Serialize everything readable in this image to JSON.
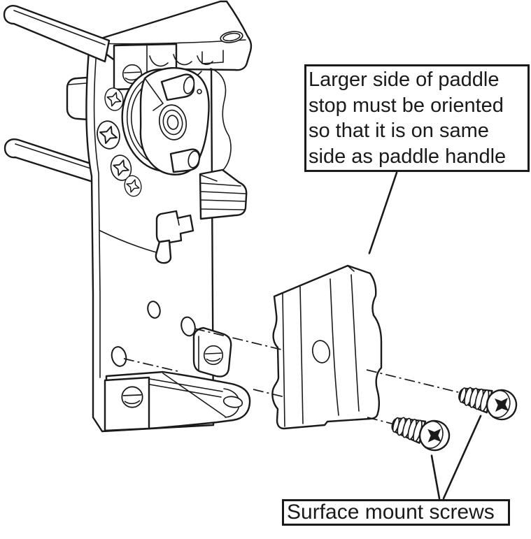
{
  "figure": {
    "background_color": "#ffffff",
    "line_color": "#1a1a1a"
  },
  "callouts": {
    "paddle_stop_note": {
      "lines": [
        "Larger side of paddle",
        "stop must be oriented",
        "so that it is on same",
        "side as paddle handle"
      ],
      "text": "Larger side of paddle stop must be oriented so that it is on same side as paddle handle",
      "border_color": "#1a1a1a",
      "points_to": "paddle-stop"
    },
    "surface_mount_screws": {
      "label": "Surface mount screws",
      "border_color": "#1a1a1a",
      "points_to": "surface-mount-screws"
    }
  },
  "parts": [
    "paddle-latch-assembly",
    "paddle-handle-rods",
    "top-mount-bracket",
    "mounting-plate",
    "rotary-cam-drum",
    "latch-pawl",
    "side-mount-tab",
    "bottom-mount-bracket",
    "paddle-stop",
    "surface-mount-screw-lower",
    "surface-mount-screw-upper"
  ]
}
